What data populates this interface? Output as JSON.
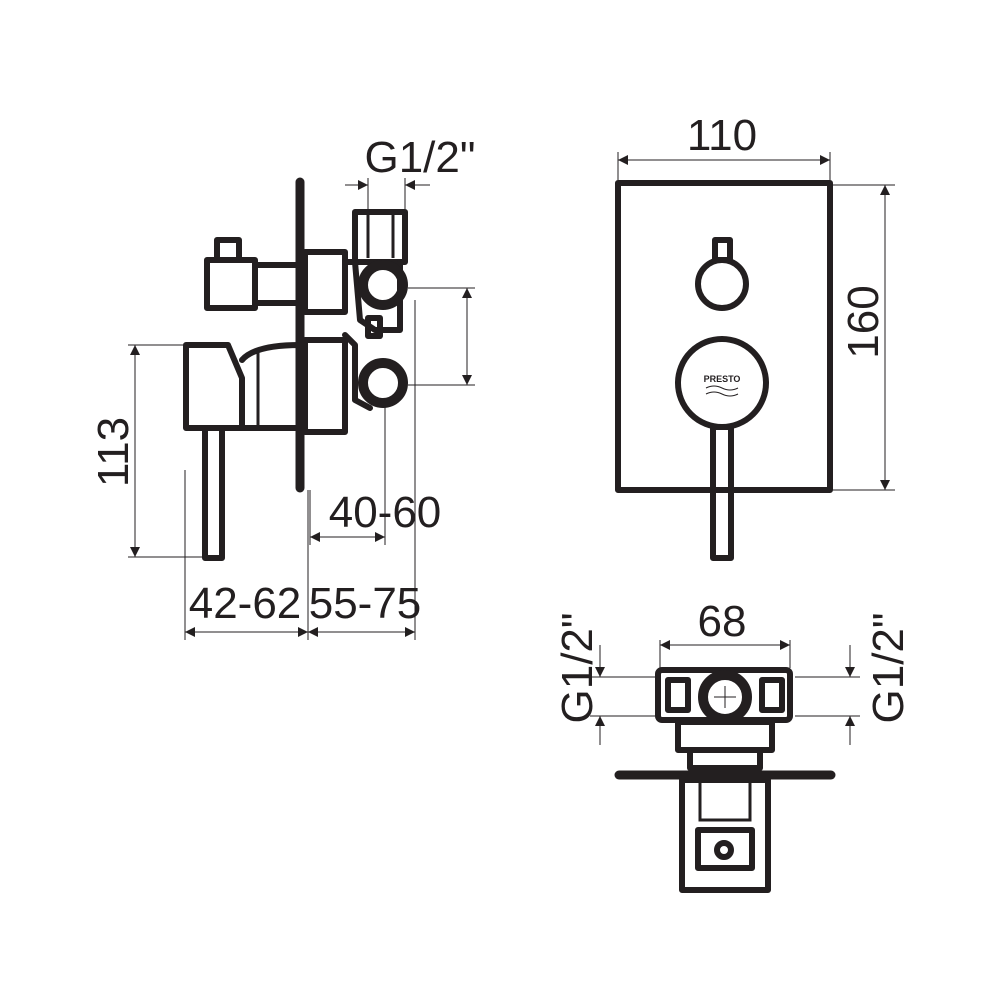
{
  "side_view": {
    "thread_label": "G1/2\"",
    "height_label": "113",
    "depth_label": "40-60",
    "handle_projection_label": "42-62",
    "body_depth_label": "55-75"
  },
  "front_view": {
    "width_label": "110",
    "height_label": "160",
    "logo_text": "PRESTO"
  },
  "top_view": {
    "width_label": "68",
    "left_thread_label": "G1/2\"",
    "right_thread_label": "G1/2\""
  }
}
